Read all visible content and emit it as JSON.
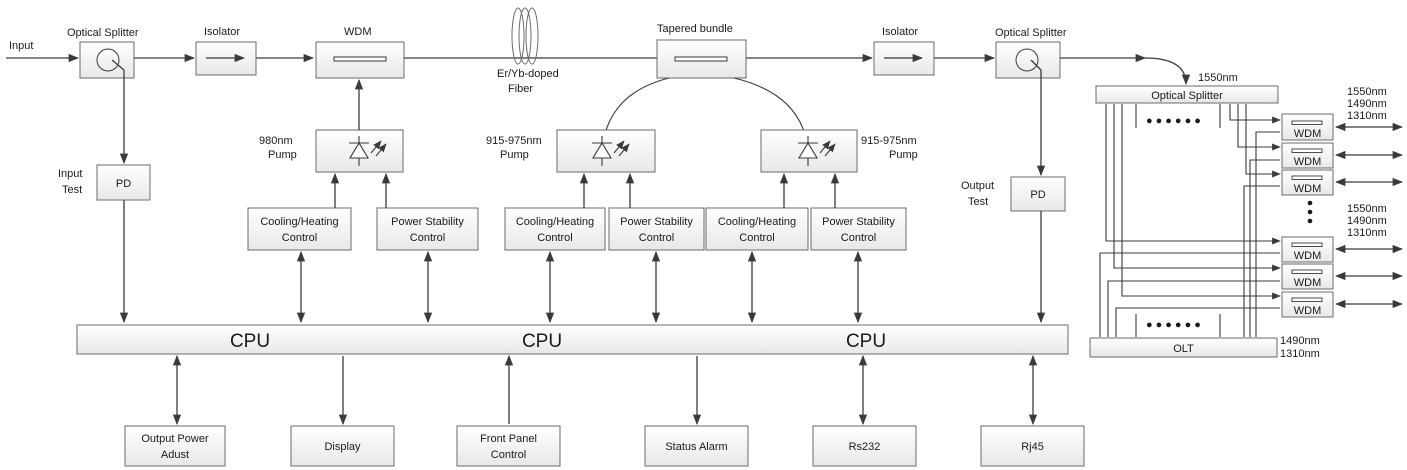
{
  "labels": {
    "input": "Input",
    "optical_splitter_in": "Optical Splitter",
    "isolator_in": "Isolator",
    "wdm_main": "WDM",
    "fiber_line1": "Er/Yb-doped",
    "fiber_line2": "Fiber",
    "tapered_bundle": "Tapered bundle",
    "isolator_out": "Isolator",
    "optical_splitter_out": "Optical Splitter",
    "pump1_line1": "980nm",
    "pump1_line2": "Pump",
    "pump2_line1": "915-975nm",
    "pump2_line2": "Pump",
    "pump3_line1": "915-975nm",
    "pump3_line2": "Pump",
    "input_test_line1": "Input",
    "input_test_line2": "Test",
    "pd_in": "PD",
    "output_test_line1": "Output",
    "output_test_line2": "Test",
    "pd_out": "PD",
    "cooling_line1": "Cooling/Heating",
    "cooling_line2": "Control",
    "power_line1": "Power Stability",
    "power_line2": "Control",
    "cpu": "CPU",
    "bottom_output_line1": "Output Power",
    "bottom_output_line2": "Adust",
    "bottom_display": "Display",
    "bottom_front_line1": "Front Panel",
    "bottom_front_line2": "Control",
    "bottom_status": "Status Alarm",
    "bottom_rs232": "Rs232",
    "bottom_rj45": "Rj45",
    "pon_splitter": "Optical Splitter",
    "pon_1550": "1550nm",
    "pon_wdm": "WDM",
    "pon_olt": "OLT",
    "wl_1550": "1550nm",
    "wl_1490": "1490nm",
    "wl_1310": "1310nm",
    "dots": "●●●●●●"
  },
  "colors": {
    "line": "#3a3a3a",
    "box_stroke": "#6b6b6b",
    "box_fill_top": "#ffffff",
    "box_fill_bottom": "#e9e9e9"
  }
}
